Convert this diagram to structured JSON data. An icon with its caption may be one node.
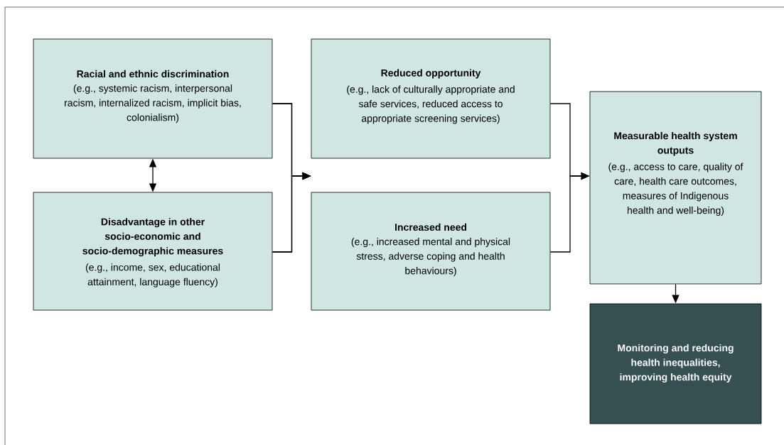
{
  "diagram": {
    "nodes": [
      {
        "text": [
          "Racial and ethnic discrimination",
          "(e.g., systemic racism, interpersonal racism, internalized racism, implicit bias, colonialism)"
        ]
      },
      {
        "text": [
          "Disadvantage in other socio-economic and socio-demographic measures",
          "(e.g., income, sex, educational attainment, language fluency)"
        ]
      },
      {
        "text": [
          "Reduced opportunity",
          "(e.g., lack of culturally appropriate and safe services, reduced access to appropriate screening services)"
        ]
      },
      {
        "text": [
          "Increased need",
          "(e.g., increased mental and physical stress, adverse coping and health behaviours)"
        ]
      },
      {
        "text": [
          "Measurable health system outputs",
          "(e.g., access to care, quality of care, health care outcomes, measures of Indigenous health and well-being)"
        ]
      },
      {
        "text": [
          "Monitoring and reducing health inequalities, improving health equity"
        ]
      }
    ],
    "edges": [
      {
        "from": 0,
        "to": 1,
        "arrow": "both"
      },
      {
        "from": 0,
        "to": 2,
        "arrow": "to"
      },
      {
        "from": 0,
        "to": 3,
        "arrow": "to"
      },
      {
        "from": 1,
        "to": 2,
        "arrow": "to"
      },
      {
        "from": 1,
        "to": 3,
        "arrow": "to"
      },
      {
        "from": 2,
        "to": 4,
        "arrow": "to"
      },
      {
        "from": 3,
        "to": 4,
        "arrow": "to"
      },
      {
        "from": 4,
        "to": 5,
        "arrow": "to"
      }
    ]
  }
}
